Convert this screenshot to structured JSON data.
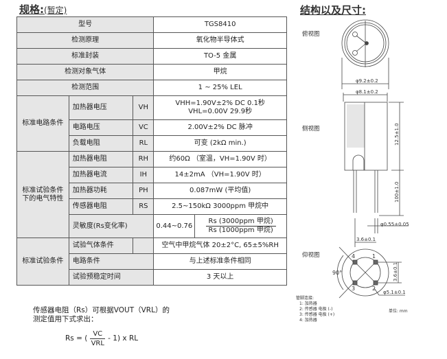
{
  "spec": {
    "title": "规格:",
    "subtitle": "(暂定)",
    "rows": {
      "model": {
        "label": "型号",
        "value": "TGS8410"
      },
      "principle": {
        "label": "检测原理",
        "value": "氧化物半导体式"
      },
      "package": {
        "label": "标准封装",
        "value": "TO-5 金属"
      },
      "target_gas": {
        "label": "检测对象气体",
        "value": "甲烷"
      },
      "range": {
        "label": "检测范围",
        "value": "1 ~ 25% LEL"
      }
    },
    "circuit": {
      "group": "标准电路条件",
      "items": [
        {
          "label": "加热器电压",
          "symbol": "VH",
          "value": "VHH=1.90V±2% DC   0.1秒",
          "value2": "VHL=0.00V   29.9秒"
        },
        {
          "label": "电路电压",
          "symbol": "VC",
          "value": "2.00V±2% DC 脉冲"
        },
        {
          "label": "负载电阻",
          "symbol": "RL",
          "value": "可变 (2kΩ min.)"
        }
      ]
    },
    "electrical": {
      "group": "标准试验条件下的电气特性",
      "items": [
        {
          "label": "加热器电阻",
          "symbol": "RH",
          "value": "约60Ω （室温，VH=1.90V 时）"
        },
        {
          "label": "加热器电流",
          "symbol": "IH",
          "value": "14±2mA （VH=1.90V 时）"
        },
        {
          "label": "加热器功耗",
          "symbol": "PH",
          "value": "0.087mW (平均值)"
        },
        {
          "label": "传感器电阻",
          "symbol": "RS",
          "value": "2.5~150kΩ  3000ppm 甲烷中"
        }
      ],
      "sensitivity": {
        "label": "灵敏度(Rs变化率)",
        "value": "0.44~0.76",
        "numerator": "Rs (3000ppm 甲烷)",
        "denominator": "Rs (1000ppm 甲烷)"
      }
    },
    "test": {
      "group": "标准试验条件",
      "items": [
        {
          "label": "试验气体条件",
          "value": "空气中甲烷气体 20±2°C, 65±5%RH"
        },
        {
          "label": "电路条件",
          "value": "与上述标准条件相同"
        },
        {
          "label": "试验预稳定时间",
          "value": "3 天以上"
        }
      ]
    }
  },
  "formula": {
    "text1": "传感器电阻（Rs）可根据VOUT（VRL）的",
    "text2": "测定值用下式求出：",
    "lhs": "Rs = (",
    "num": "VC",
    "den": "VRL",
    "rhs": "- 1) x RL"
  },
  "structure": {
    "title": "结构以及尺寸:",
    "top_view": "俯视图",
    "side_view": "侧视图",
    "bottom_view": "仰视图",
    "dim_outer": "φ9.2±0.2",
    "dim_inner": "φ8.1±0.2",
    "dim_height": "12.5±1.0",
    "dim_lead": "100±1.0",
    "dim_lead_dia": "φ0.55±0.05",
    "dim_pitch_h": "3.6±0.1",
    "dim_pitch_v": "3.6±0.1",
    "dim_pcd": "φ5.1±0.1",
    "angle": "90°",
    "pins": [
      "1",
      "2",
      "3",
      "4"
    ],
    "pin_title": "管脚连接:",
    "pin_list": [
      "1: 加热器",
      "2: 传感器 电极 (-)",
      "3: 传感器 电极 (+)",
      "4: 加热器"
    ],
    "unit": "单位: mm"
  }
}
